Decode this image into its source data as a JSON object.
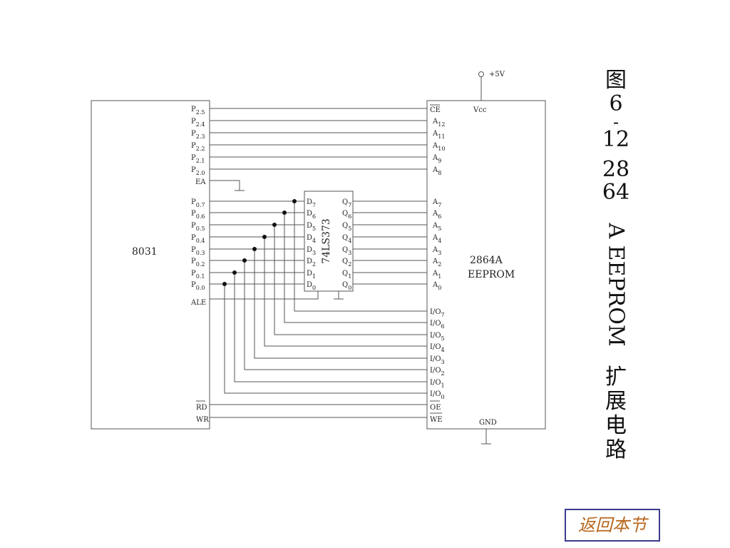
{
  "figure": {
    "chars_top": [
      "图"
    ],
    "num1": "6",
    "dash": "-",
    "num2": "12",
    "num3": "28",
    "num4": "64",
    "rotated": "A EEPROM",
    "chars_bottom": [
      "扩",
      "展",
      "电",
      "路"
    ]
  },
  "back_button": "返回本节",
  "chips": {
    "cpu": "8031",
    "latch": "74LS373",
    "eeprom_name": "2864A",
    "eeprom_type": "EEPROM"
  },
  "power": {
    "vcc_supply": "+5V",
    "vcc_pin": "Vcc",
    "gnd_pin": "GND"
  },
  "cpu_pins": {
    "high": [
      {
        "base": "P",
        "sub": "2.5"
      },
      {
        "base": "P",
        "sub": "2.4"
      },
      {
        "base": "P",
        "sub": "2.3"
      },
      {
        "base": "P",
        "sub": "2.2"
      },
      {
        "base": "P",
        "sub": "2.1"
      },
      {
        "base": "P",
        "sub": "2.0"
      }
    ],
    "ea": "EA",
    "low": [
      {
        "base": "P",
        "sub": "0.7"
      },
      {
        "base": "P",
        "sub": "0.6"
      },
      {
        "base": "P",
        "sub": "0.5"
      },
      {
        "base": "P",
        "sub": "0.4"
      },
      {
        "base": "P",
        "sub": "0.3"
      },
      {
        "base": "P",
        "sub": "0.2"
      },
      {
        "base": "P",
        "sub": "0.1"
      },
      {
        "base": "P",
        "sub": "0.0"
      }
    ],
    "ale": "ALE",
    "rd": "RD",
    "wr": "WR"
  },
  "latch_d": [
    {
      "base": "D",
      "sub": "7"
    },
    {
      "base": "D",
      "sub": "6"
    },
    {
      "base": "D",
      "sub": "5"
    },
    {
      "base": "D",
      "sub": "4"
    },
    {
      "base": "D",
      "sub": "3"
    },
    {
      "base": "D",
      "sub": "2"
    },
    {
      "base": "D",
      "sub": "1"
    },
    {
      "base": "D",
      "sub": "0"
    }
  ],
  "latch_q": [
    {
      "base": "Q",
      "sub": "7"
    },
    {
      "base": "Q",
      "sub": "6"
    },
    {
      "base": "Q",
      "sub": "5"
    },
    {
      "base": "Q",
      "sub": "4"
    },
    {
      "base": "Q",
      "sub": "3"
    },
    {
      "base": "Q",
      "sub": "2"
    },
    {
      "base": "Q",
      "sub": "1"
    },
    {
      "base": "Q",
      "sub": "0"
    }
  ],
  "eeprom_pins": {
    "ce": "CE",
    "high": [
      {
        "base": "A",
        "sub": "12"
      },
      {
        "base": "A",
        "sub": "11"
      },
      {
        "base": "A",
        "sub": "10"
      },
      {
        "base": "A",
        "sub": "9"
      },
      {
        "base": "A",
        "sub": "8"
      }
    ],
    "low": [
      {
        "base": "A",
        "sub": "7"
      },
      {
        "base": "A",
        "sub": "6"
      },
      {
        "base": "A",
        "sub": "5"
      },
      {
        "base": "A",
        "sub": "4"
      },
      {
        "base": "A",
        "sub": "3"
      },
      {
        "base": "A",
        "sub": "2"
      },
      {
        "base": "A",
        "sub": "1"
      },
      {
        "base": "A",
        "sub": "0"
      }
    ],
    "io": [
      {
        "base": "I/O",
        "sub": "7"
      },
      {
        "base": "I/O",
        "sub": "6"
      },
      {
        "base": "I/O",
        "sub": "5"
      },
      {
        "base": "I/O",
        "sub": "4"
      },
      {
        "base": "I/O",
        "sub": "3"
      },
      {
        "base": "I/O",
        "sub": "2"
      },
      {
        "base": "I/O",
        "sub": "1"
      },
      {
        "base": "I/O",
        "sub": "0"
      }
    ],
    "oe": "OE",
    "we": "WE"
  }
}
